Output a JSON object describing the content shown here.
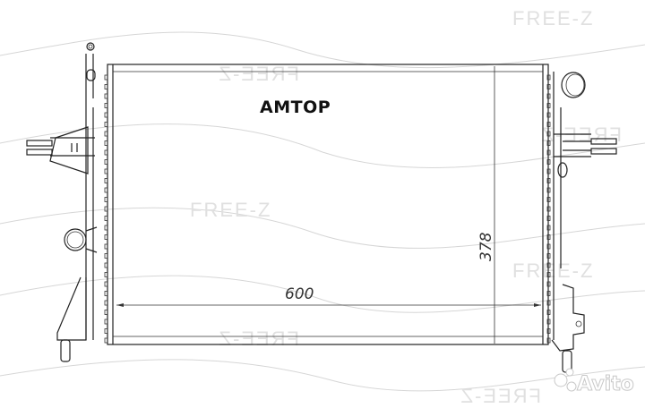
{
  "brand_label": "AMTOP",
  "dimensions": {
    "width": "600",
    "height": "378"
  },
  "watermarks": {
    "freez": "FREE-Z",
    "freez_mirrored": "FREE-Z",
    "avito": "Avito"
  },
  "colors": {
    "line": "#222222",
    "watermark": "#d6d6d6"
  }
}
